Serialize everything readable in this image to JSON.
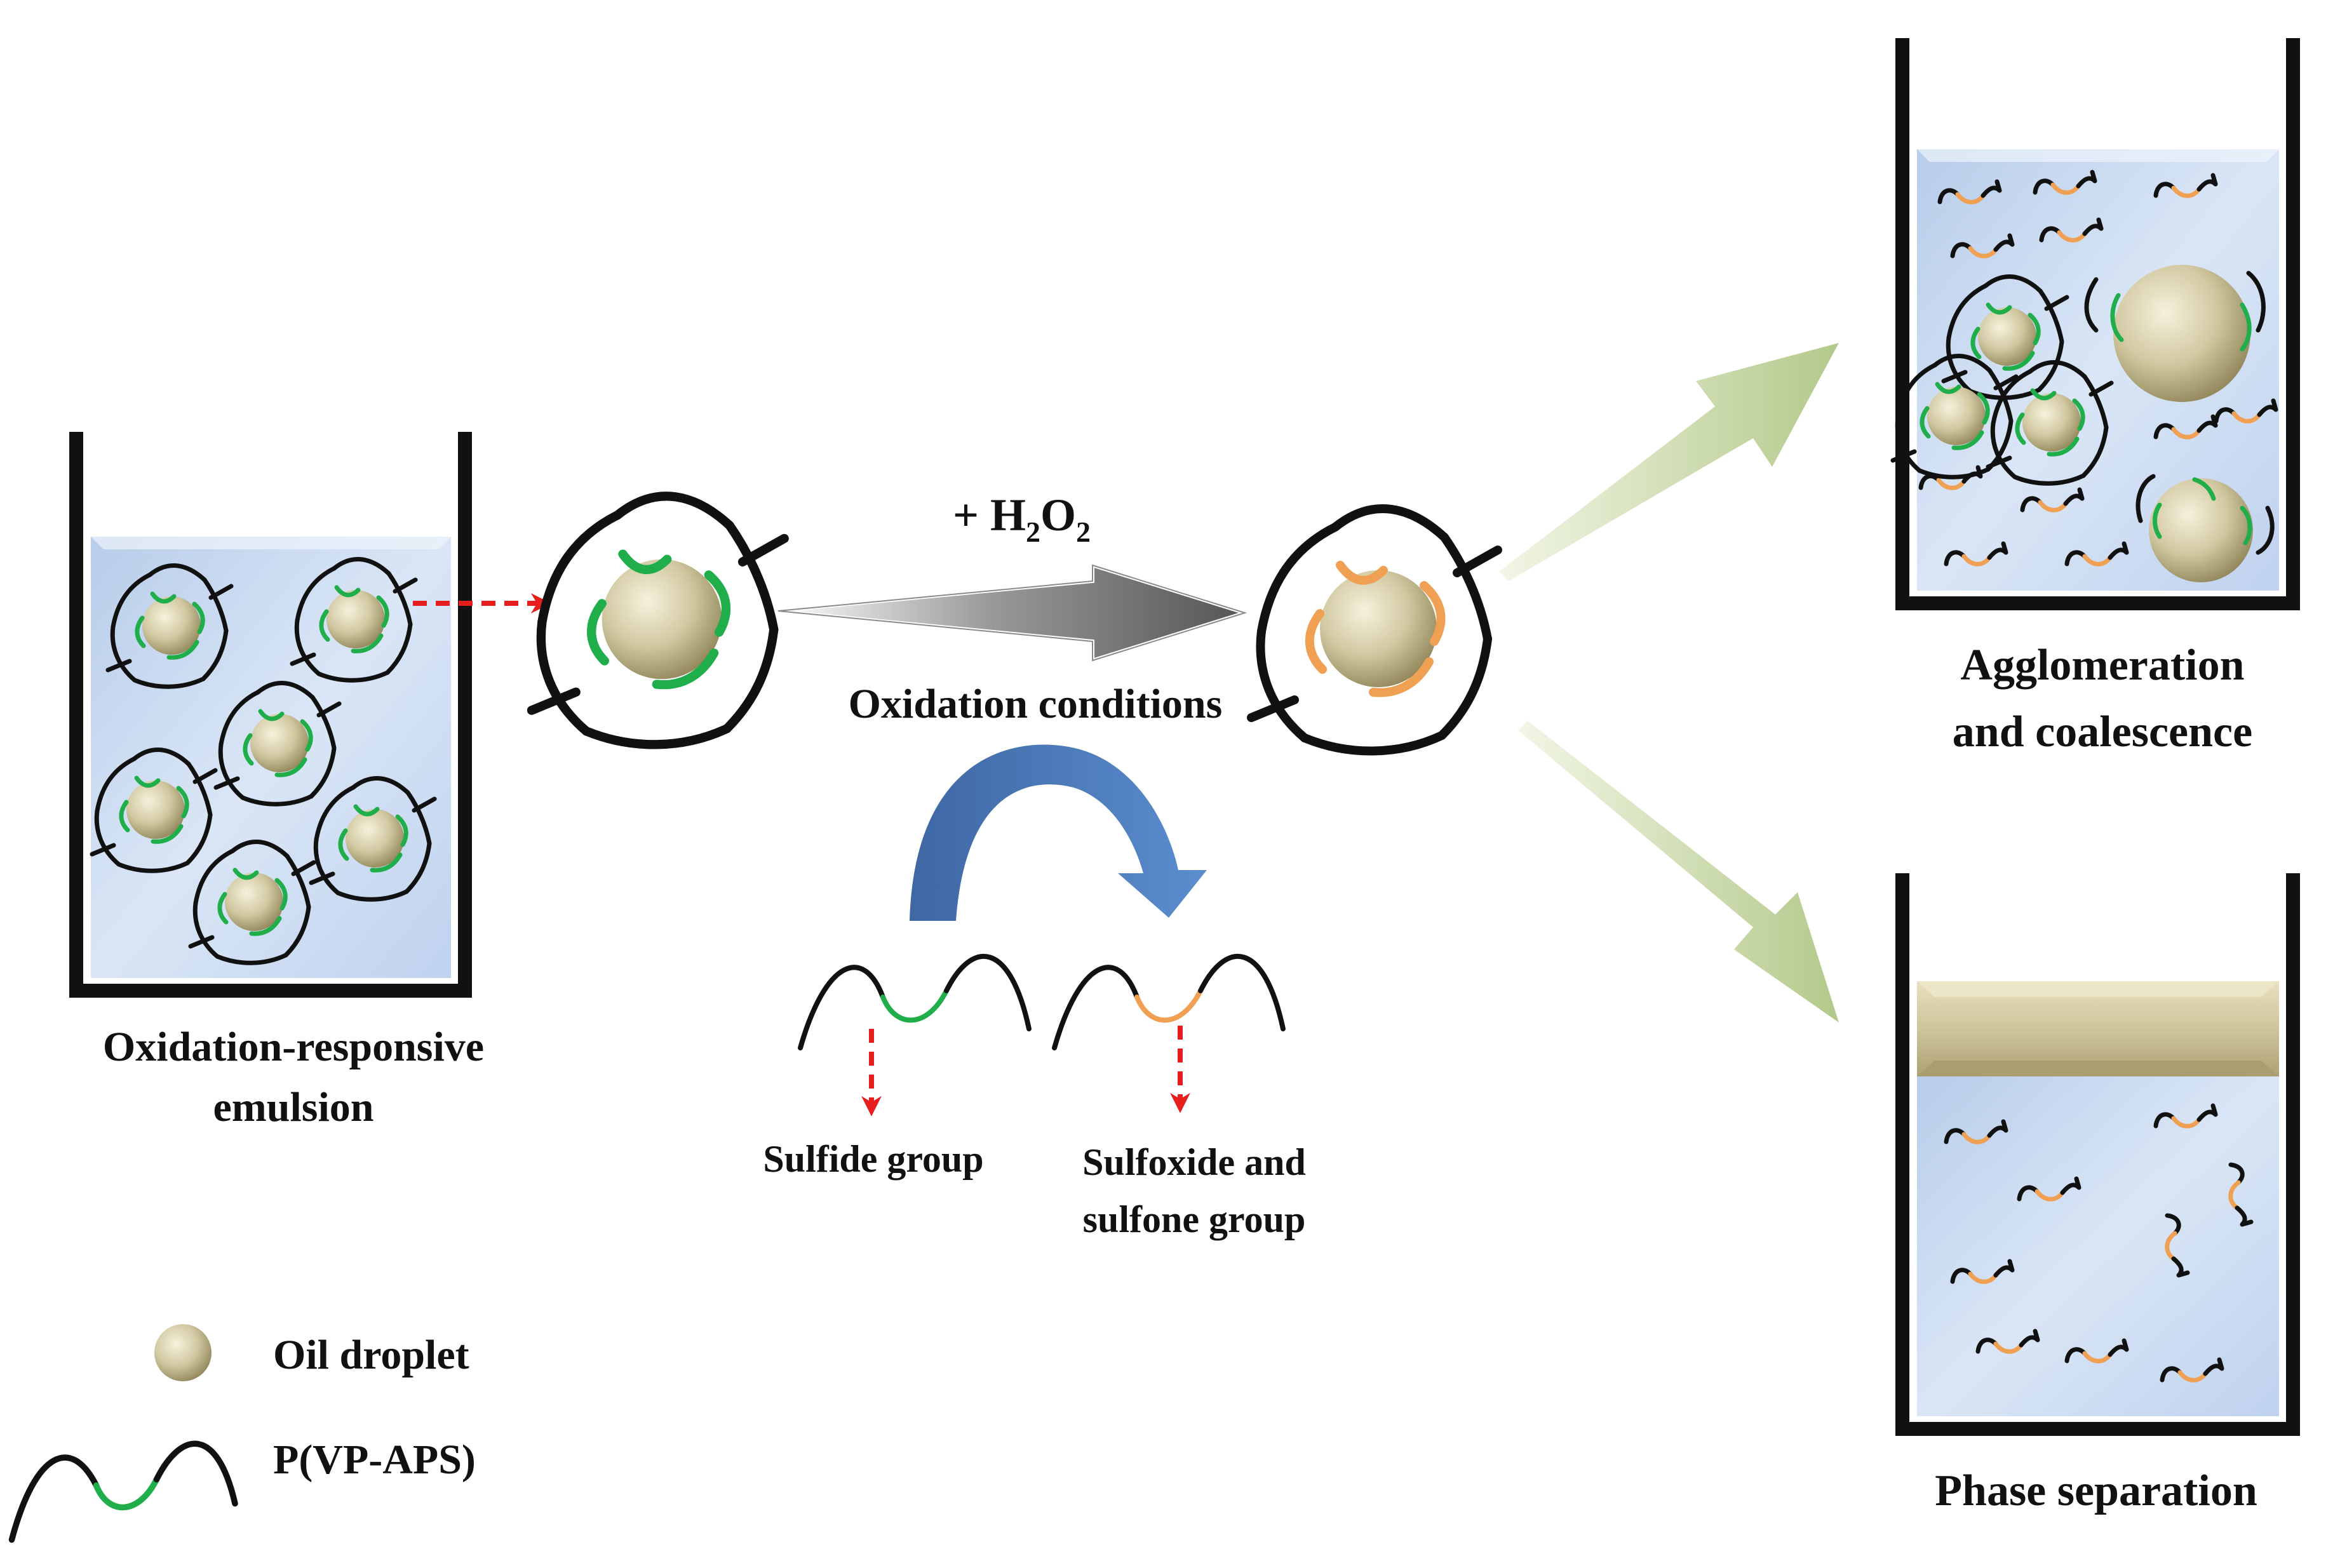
{
  "labels": {
    "emulsion_line1": "Oxidation-responsive",
    "emulsion_line2": "emulsion",
    "reagent_prefix": "+ H",
    "reagent_sub1": "2",
    "reagent_mid": "O",
    "reagent_sub2": "2",
    "conditions": "Oxidation conditions",
    "sulfide": "Sulfide group",
    "sulfoxide_line1": "Sulfoxide and",
    "sulfoxide_line2": "sulfone group",
    "agglomeration_line1": "Agglomeration",
    "agglomeration_line2": "and coalescence",
    "phase_separation": "Phase separation"
  },
  "legend": {
    "oil_droplet": "Oil droplet",
    "polymer": "P(VP-APS)"
  },
  "colors": {
    "oil_droplet": "#cfc69f",
    "sulfide_group": "#1fae4a",
    "sulfoxide_group": "#f0a052",
    "polymer_chain": "#111111",
    "water": "#c9daf2",
    "beaker_wall": "#111111",
    "gray_arrow": "#6e6e6e",
    "green_arrow": "#c2d49a",
    "blue_curved_arrow": "#4a7bb9",
    "red_dashed_arrow": "#e61e1e",
    "oil_layer": "#cfc59b"
  }
}
